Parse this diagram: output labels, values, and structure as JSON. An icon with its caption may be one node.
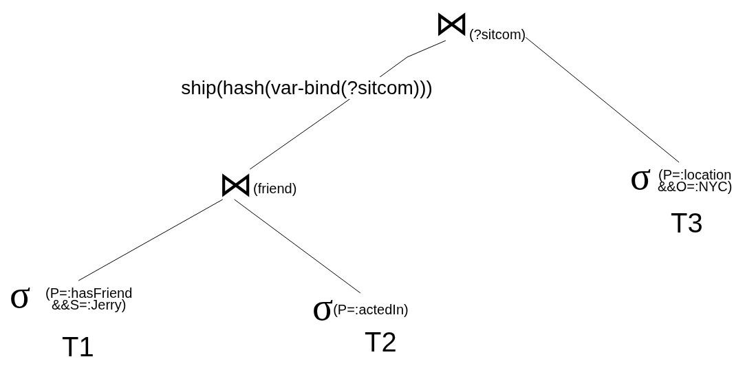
{
  "diagram": {
    "nodes": [
      {
        "text": [
          "⋈",
          "(?sitcom)"
        ]
      },
      {
        "text": [
          "⋈",
          "(friend)"
        ]
      },
      {
        "text": [
          "σ",
          "(P=:hasFriend &&S=:Jerry)"
        ],
        "beside": [
          "T1"
        ]
      },
      {
        "text": [
          "σ",
          "(P=:actedIn)"
        ],
        "beside": [
          "T2"
        ]
      },
      {
        "text": [
          "σ",
          "(P=:location &&O=:NYC)"
        ],
        "beside": [
          "T3"
        ]
      }
    ],
    "edges": [
      {
        "from": 0,
        "to": 1,
        "arrow": "none",
        "label": "ship(hash(var-bind(?sitcom)))"
      },
      {
        "from": 0,
        "to": 4,
        "arrow": "none"
      },
      {
        "from": 1,
        "to": 2,
        "arrow": "none"
      },
      {
        "from": 1,
        "to": 3,
        "arrow": "none"
      }
    ]
  }
}
